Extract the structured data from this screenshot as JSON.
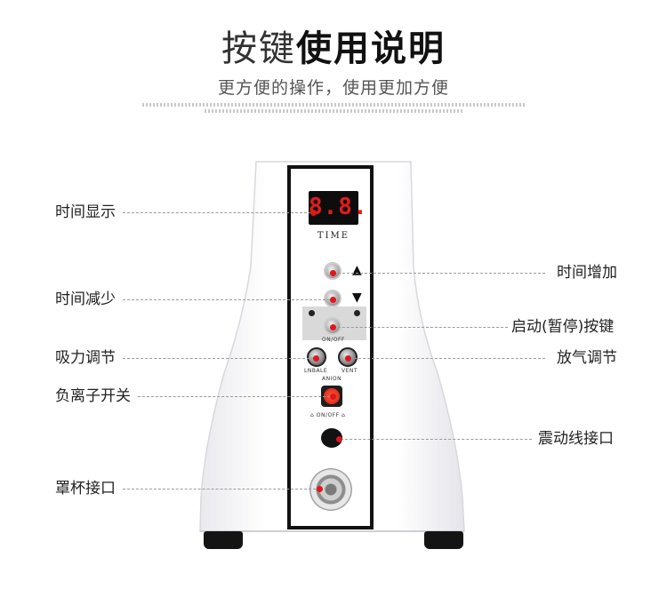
{
  "header": {
    "title_light": "按键",
    "title_bold": "使用说明",
    "subtitle": "更方便的操作，使用更加方便"
  },
  "device": {
    "display_digits": "8.8.",
    "time_label": "TIME",
    "onoff_label_1": "ON/OFF",
    "knob_left_label": "LNBALE",
    "knob_right_label": "VENT",
    "anion_label": "ANION",
    "onoff_label_2": "ON/OFF"
  },
  "callouts": {
    "time_display": "时间显示",
    "time_increase": "时间增加",
    "time_decrease": "时间减少",
    "start_pause": "启动(暂停)按键",
    "suction_adjust": "吸力调节",
    "deflate_adjust": "放气调节",
    "anion_switch": "负离子开关",
    "vibration_port": "震动线接口",
    "cup_port": "罩杯接口"
  },
  "colors": {
    "accent_dot": "#e0161c",
    "panel_border": "#111111"
  }
}
